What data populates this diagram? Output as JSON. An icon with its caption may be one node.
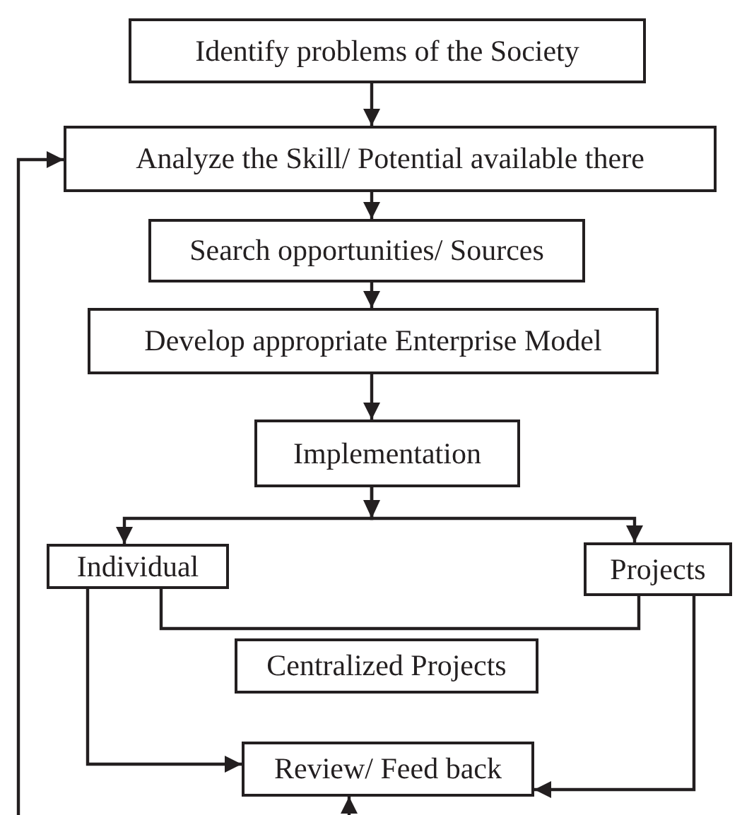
{
  "diagram": {
    "nodes": [
      {
        "text": [
          "Identify problems of the Society"
        ]
      },
      {
        "text": [
          "Analyze the Skill/ Potential available there"
        ]
      },
      {
        "text": [
          "Search opportunities/ Sources"
        ]
      },
      {
        "text": [
          "Develop appropriate Enterprise Model"
        ]
      },
      {
        "text": [
          "Implementation"
        ]
      },
      {
        "text": [
          "Individual"
        ]
      },
      {
        "text": [
          "Projects"
        ]
      },
      {
        "text": [
          "Centralized Projects"
        ]
      },
      {
        "text": [
          "Review/ Feed back"
        ]
      }
    ],
    "edges": [
      {
        "from": 0,
        "to": 1,
        "arrow": "to"
      },
      {
        "from": 1,
        "to": 2,
        "arrow": "to"
      },
      {
        "from": 2,
        "to": 3,
        "arrow": "to"
      },
      {
        "from": 3,
        "to": 4,
        "arrow": "to"
      },
      {
        "from": 4,
        "to": 5,
        "arrow": "to"
      },
      {
        "from": 4,
        "to": 6,
        "arrow": "to"
      },
      {
        "from": 5,
        "to": 6,
        "arrow": "none"
      },
      {
        "from": 5,
        "to": 8,
        "arrow": "to"
      },
      {
        "from": 6,
        "to": 8,
        "arrow": "to"
      },
      {
        "from": null,
        "to": 8,
        "arrow": "to"
      },
      {
        "from": null,
        "to": 1,
        "arrow": "to"
      }
    ]
  }
}
